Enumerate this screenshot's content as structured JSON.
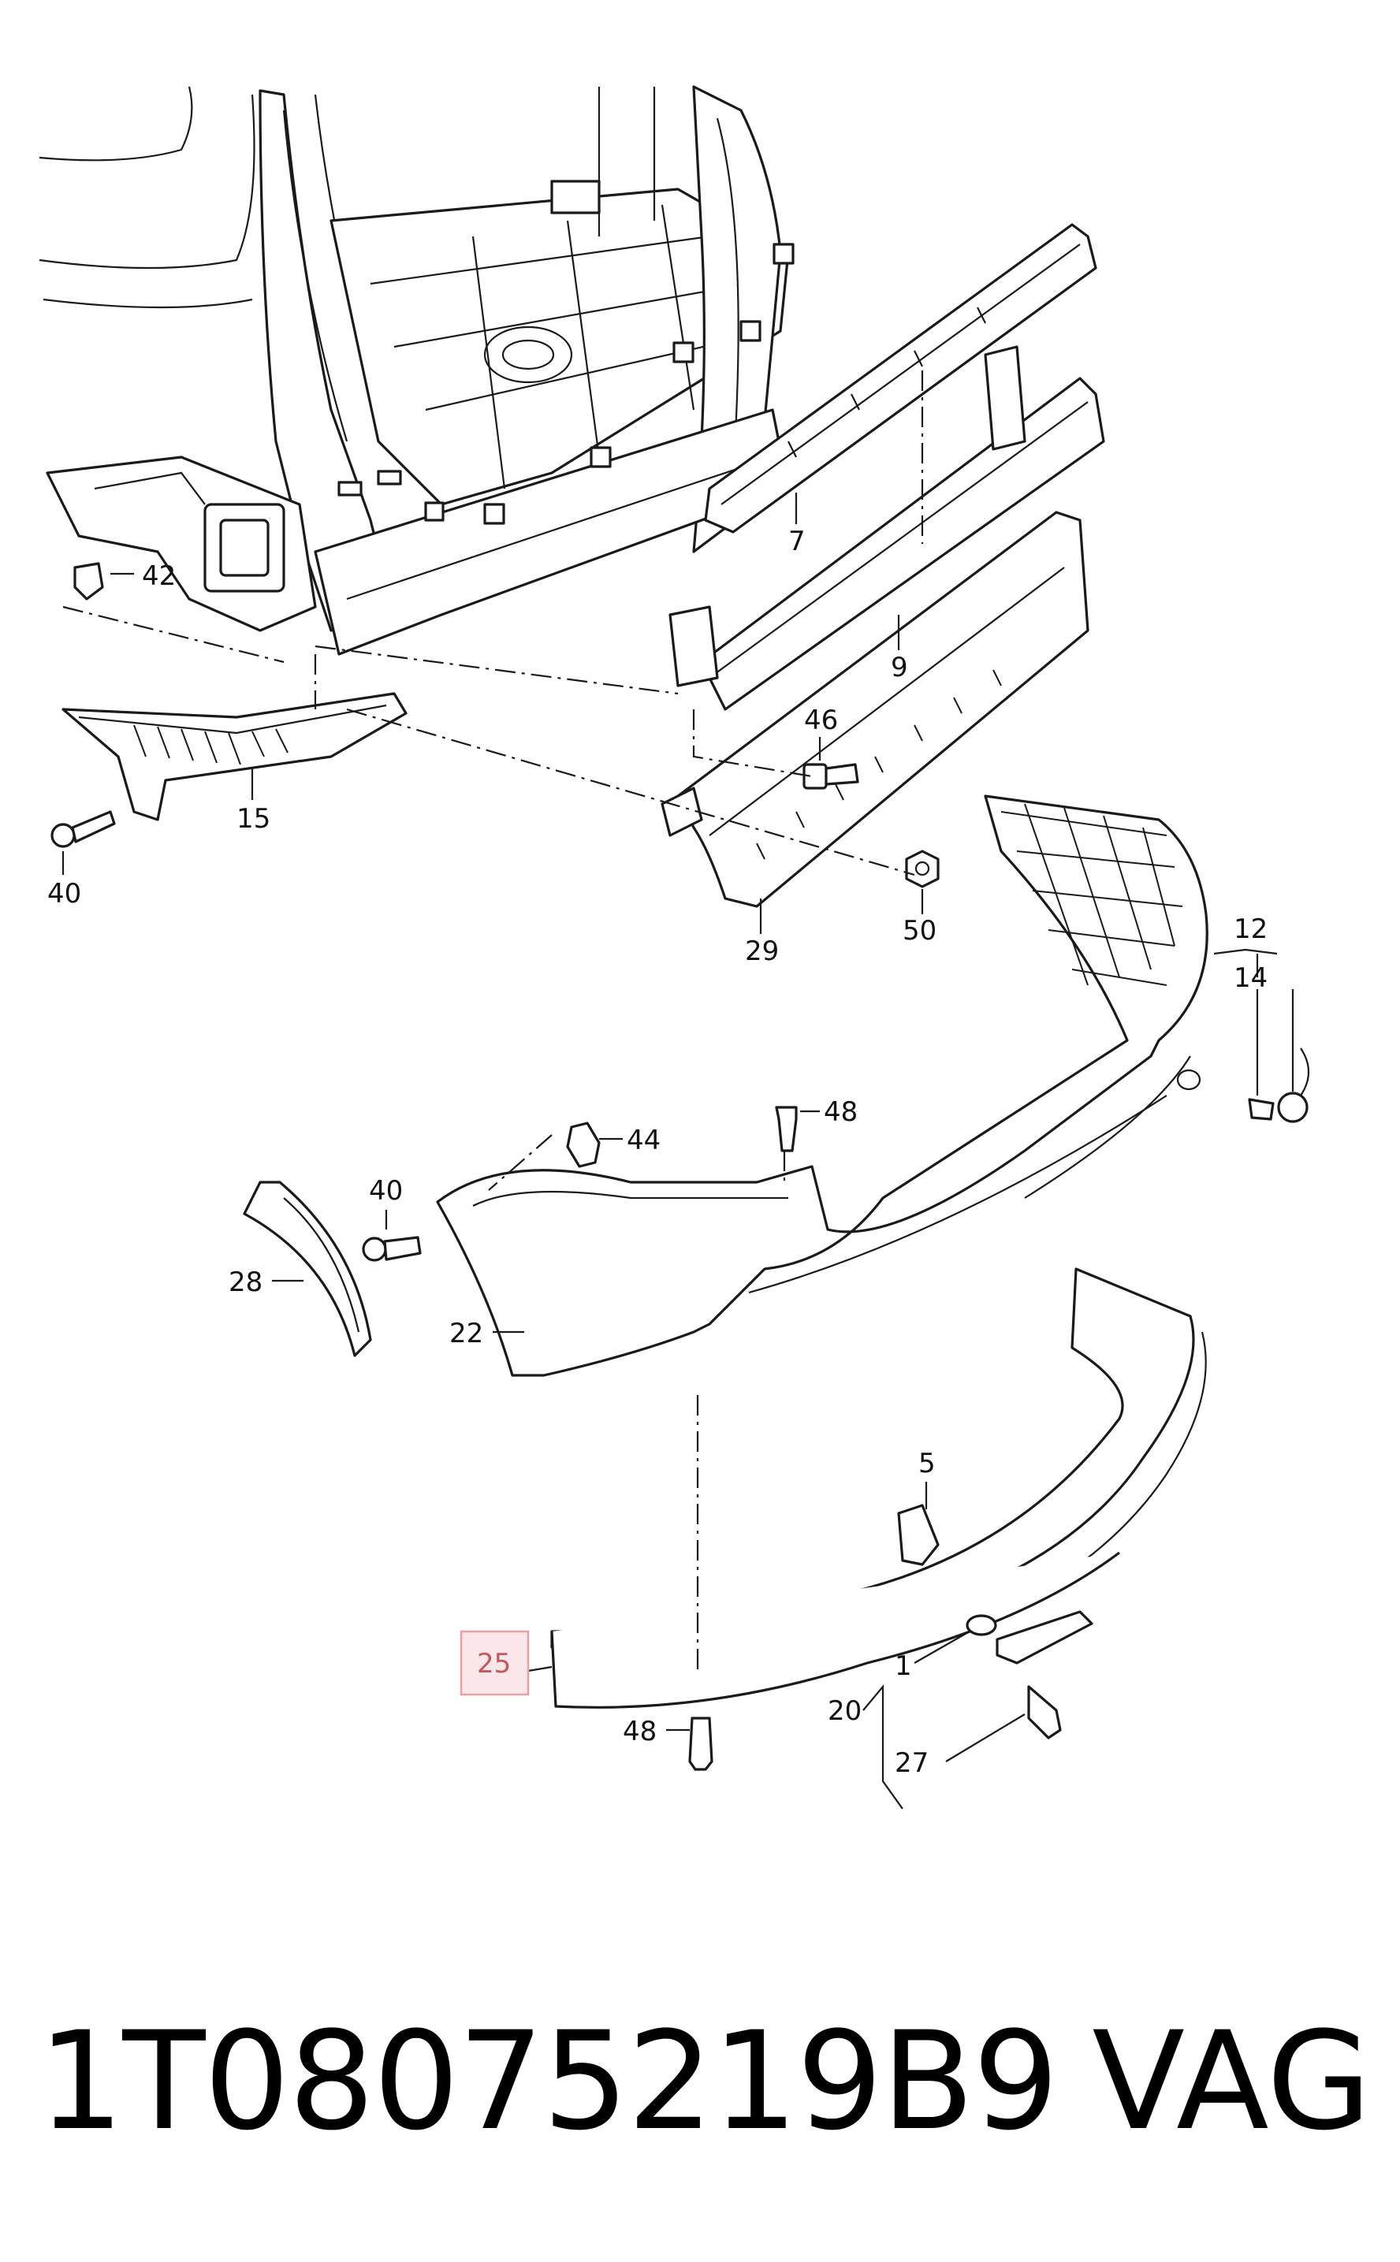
{
  "caption": {
    "part_number": "1T08075219B9",
    "brand": "VAG"
  },
  "callouts": [
    {
      "id": "c42",
      "label": "42"
    },
    {
      "id": "c7",
      "label": "7"
    },
    {
      "id": "c9",
      "label": "9"
    },
    {
      "id": "c46",
      "label": "46"
    },
    {
      "id": "c15",
      "label": "15"
    },
    {
      "id": "c40a",
      "label": "40"
    },
    {
      "id": "c29",
      "label": "29"
    },
    {
      "id": "c50",
      "label": "50"
    },
    {
      "id": "c12",
      "label": "12"
    },
    {
      "id": "c14",
      "label": "14"
    },
    {
      "id": "c48a",
      "label": "48"
    },
    {
      "id": "c44",
      "label": "44"
    },
    {
      "id": "c40b",
      "label": "40"
    },
    {
      "id": "c28",
      "label": "28"
    },
    {
      "id": "c22",
      "label": "22"
    },
    {
      "id": "c5",
      "label": "5"
    },
    {
      "id": "c1",
      "label": "1"
    },
    {
      "id": "c25",
      "label": "25"
    },
    {
      "id": "c20",
      "label": "20"
    },
    {
      "id": "c48b",
      "label": "48"
    },
    {
      "id": "c27",
      "label": "27"
    }
  ],
  "highlight": {
    "label": "25",
    "color": "#e8a0a6"
  }
}
